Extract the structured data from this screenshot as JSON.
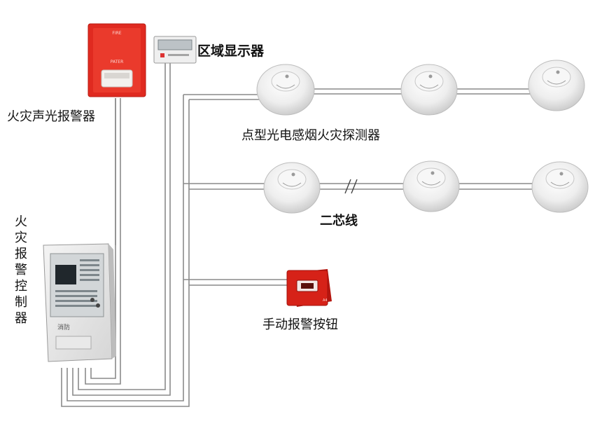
{
  "labels": {
    "alarm": "火灾声光报警器",
    "zone_display": "区域显示器",
    "detector": "点型光电感烟火灾探测器",
    "two_core_wire": "二芯线",
    "controller": "火灾报警控制器",
    "manual_button": "手动报警按钮"
  },
  "device_text": {
    "alarm_top": "FIRE",
    "alarm_mid": "PATER",
    "panel_sign": "消防",
    "button_tag": "A4"
  },
  "colors": {
    "alarm_red": "#e02a20",
    "button_red": "#d62218",
    "wire": "#8a8a8a",
    "detector_body": "#ededed"
  }
}
